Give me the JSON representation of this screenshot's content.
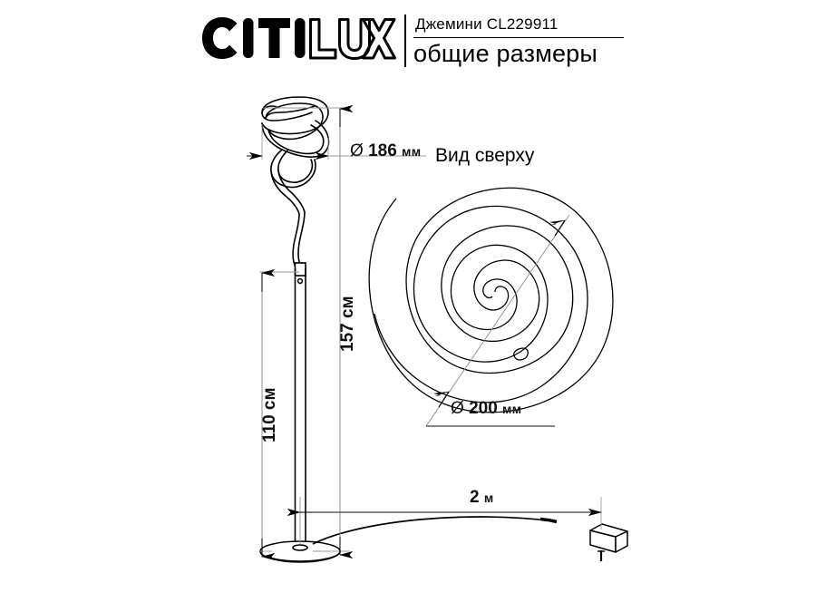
{
  "page": {
    "background_color": "#ffffff",
    "line_color": "#000000",
    "thin_line_color": "#7a7a7a"
  },
  "header": {
    "logo": {
      "solid_part": "CITI",
      "outline_part": "LUX",
      "name": "citilux-logo"
    },
    "product_name": "Джемини CL229911",
    "subtitle": "общие размеры"
  },
  "drawing": {
    "front_view": {
      "name": "front-view-floor-lamp",
      "dimensions": {
        "head_diameter": {
          "symbol": "Ø",
          "value": "186",
          "unit": "мм"
        },
        "total_height": {
          "value": "157",
          "unit": "см"
        },
        "pole_height": {
          "value": "110",
          "unit": "см"
        },
        "cable_length": {
          "value": "2",
          "unit": "м"
        }
      }
    },
    "top_view": {
      "name": "top-view-spiral",
      "label": "Вид сверху",
      "dimensions": {
        "spiral_diameter": {
          "symbol": "Ø",
          "value": "200",
          "unit": "мм"
        }
      }
    }
  },
  "labels": {
    "diameter_186": "Ø 186 мм",
    "diameter_200": "Ø 200 мм",
    "height_157": "157 см",
    "height_110": "110 см",
    "cable_2m": "2 м",
    "top_view": "Вид сверху"
  }
}
